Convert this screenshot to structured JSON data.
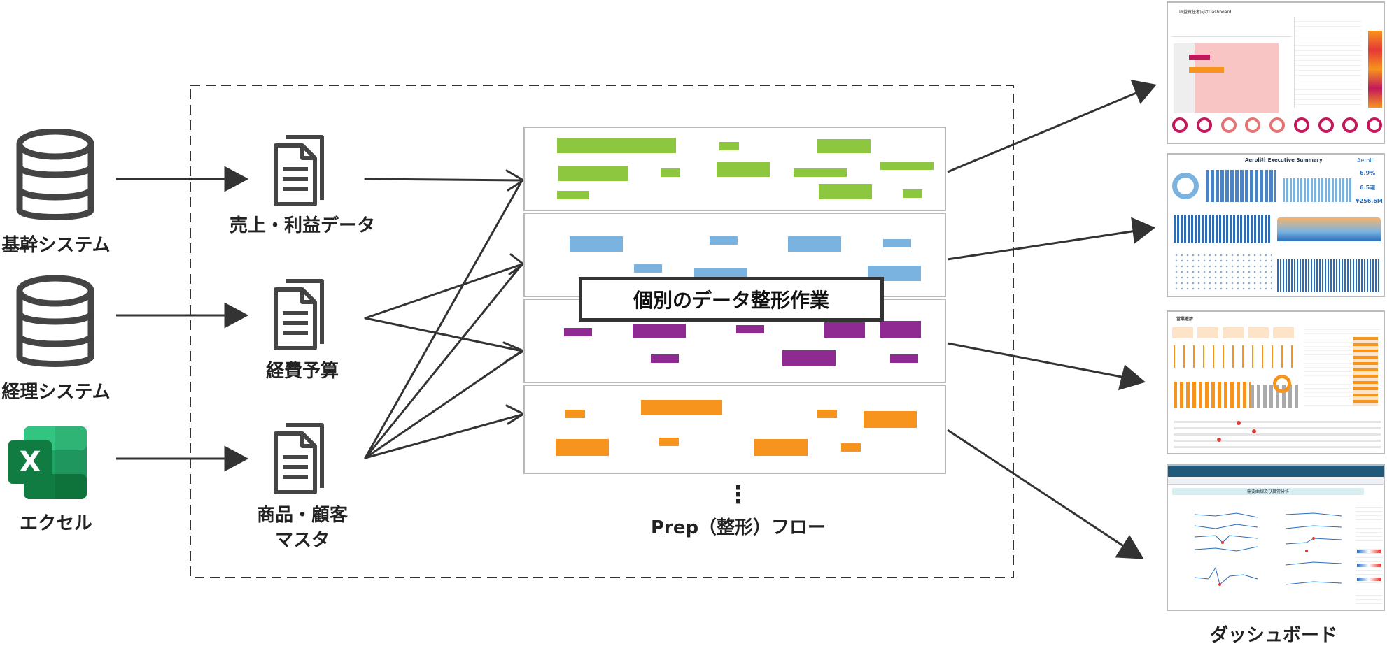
{
  "sources": [
    {
      "id": "core",
      "label": "基幹システム",
      "icon": "database-icon"
    },
    {
      "id": "accounting",
      "label": "経理システム",
      "icon": "database-icon"
    },
    {
      "id": "excel",
      "label": "エクセル",
      "icon": "excel-icon",
      "icon_letter": "X"
    }
  ],
  "datasets": [
    {
      "id": "sales",
      "lines": [
        "売上・利益データ"
      ],
      "icon": "document-icon"
    },
    {
      "id": "expense",
      "lines": [
        "経費予算"
      ],
      "icon": "document-icon"
    },
    {
      "id": "master",
      "lines": [
        "商品・顧客",
        "マスタ"
      ],
      "icon": "document-icon"
    }
  ],
  "prep": {
    "callout": "個別のデータ整形作業",
    "ellipsis": "⋮",
    "label": "Prep（整形）フロー",
    "lane_colors": [
      "#8dc63f",
      "#7ab3e0",
      "#8e2a92",
      "#f7941d"
    ]
  },
  "dashboards": {
    "label": "ダッシュボード",
    "thumbnails": [
      {
        "title": "収益責任者向けDashboard",
        "theme": "table-donuts"
      },
      {
        "title": "Aeroli社 Executive Summary",
        "brand": "Aeroli",
        "kpis": [
          "6.9%",
          "6.5週",
          "¥256.6M"
        ],
        "theme": "blue-bars"
      },
      {
        "title": "営業進捗",
        "theme": "orange-grey"
      },
      {
        "title": "需要曲線及び異常分析",
        "theme": "line-charts"
      }
    ]
  },
  "colors": {
    "arrow": "#333333",
    "icon_stroke": "#444444",
    "excel_dark": "#107c41",
    "excel_mid": "#21a366",
    "excel_light": "#33c481"
  }
}
